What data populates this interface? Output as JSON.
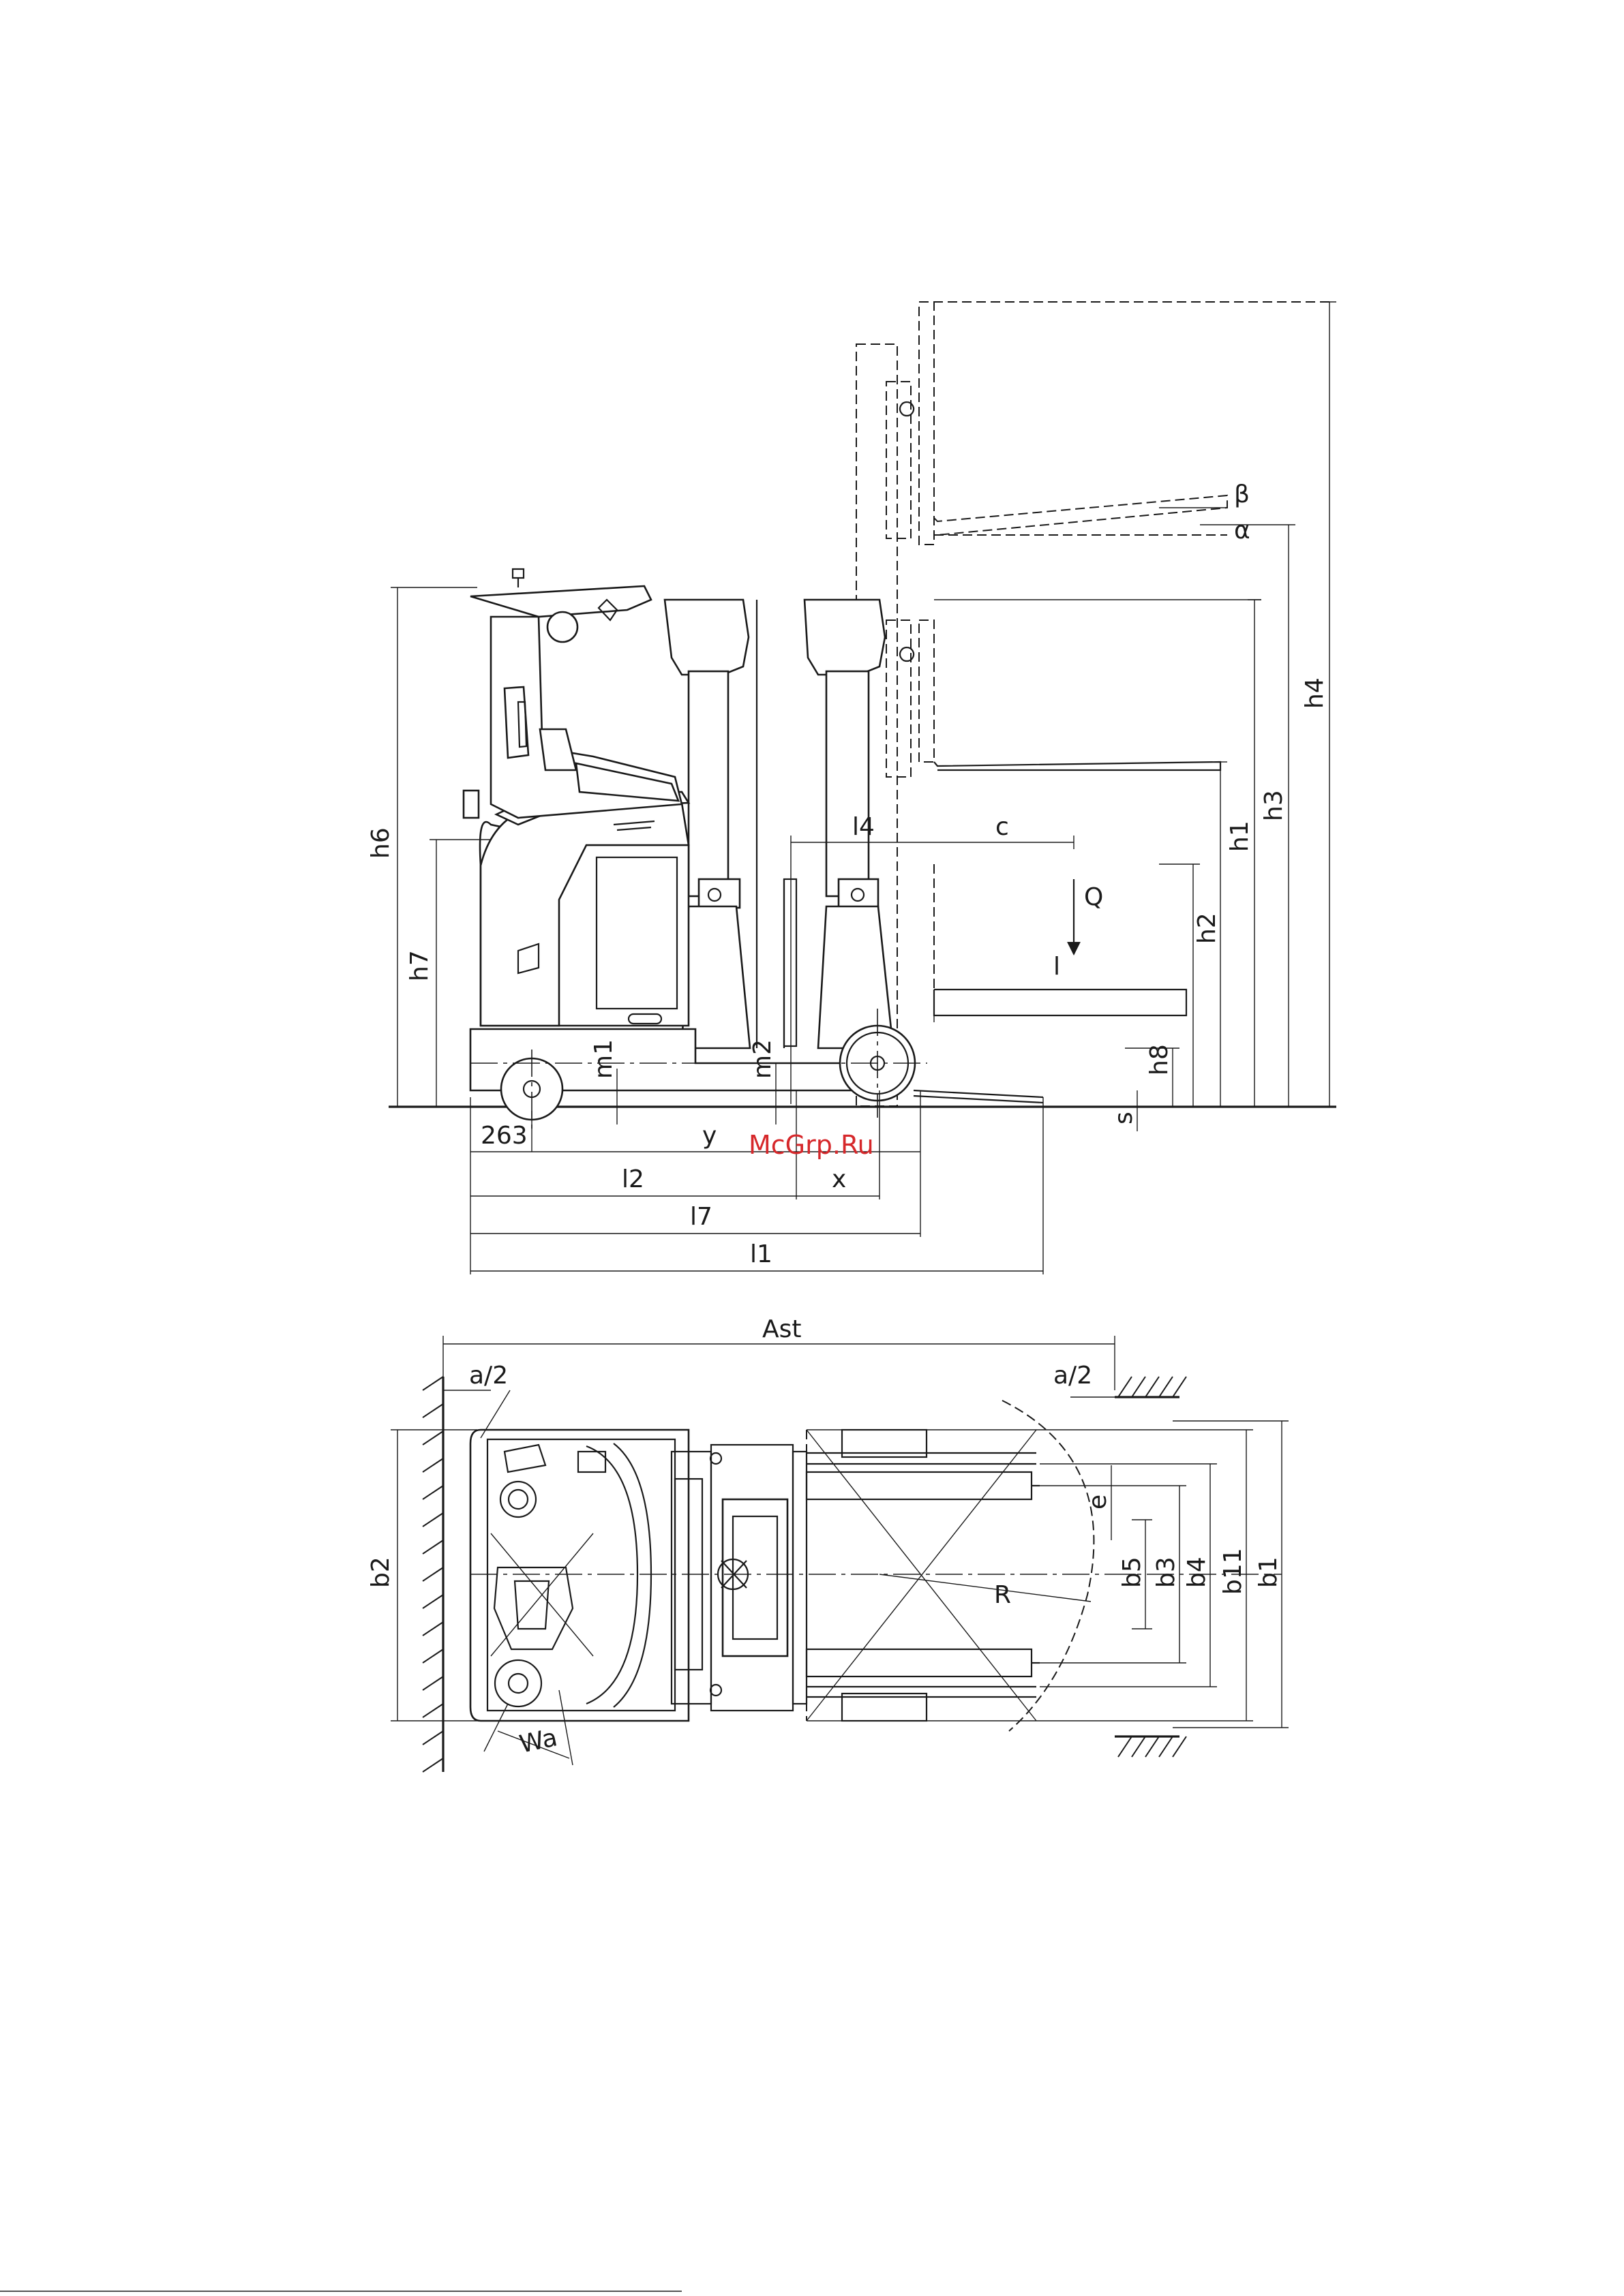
{
  "watermark": "McGrp.Ru",
  "side_view": {
    "labels": {
      "beta": "β",
      "alpha": "α",
      "h4": "h4",
      "h3": "h3",
      "h1": "h1",
      "h2": "h2",
      "h6": "h6",
      "h7": "h7",
      "h8": "h8",
      "s": "s",
      "l4": "l4",
      "c": "c",
      "q": "Q",
      "l": "l",
      "m1": "m1",
      "m2": "m2",
      "dim_263": "263",
      "y": "y",
      "l2": "l2",
      "x": "x",
      "l7": "l7",
      "l1": "l1"
    }
  },
  "top_view": {
    "labels": {
      "ast": "Ast",
      "a2_left": "a/2",
      "a2_right": "a/2",
      "b2": "b2",
      "e": "e",
      "b5": "b5",
      "b3": "b3",
      "b4": "b4",
      "b11": "b11",
      "b1": "b1",
      "r": "R",
      "wa": "Wa"
    }
  }
}
